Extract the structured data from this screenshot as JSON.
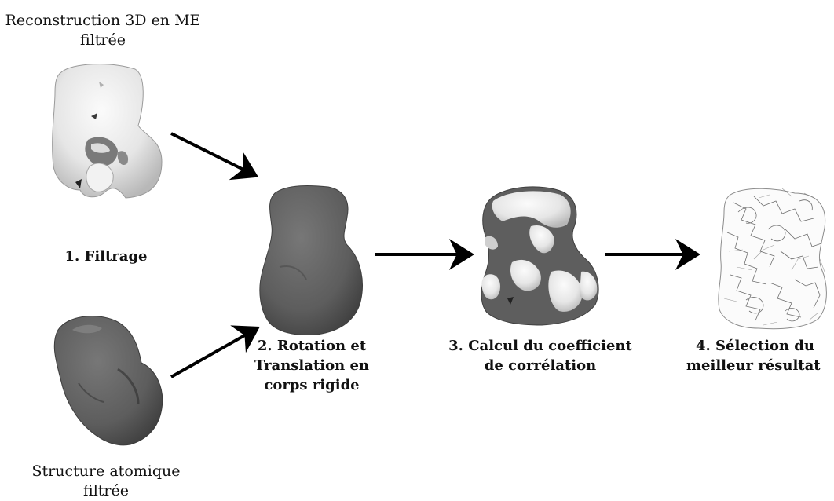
{
  "inputs": {
    "em_reconstruction": {
      "line1": "Reconstruction 3D en ME",
      "line2": "filtrée"
    },
    "atomic_structure": {
      "line1": "Structure atomique",
      "line2": "filtrée"
    }
  },
  "steps": [
    {
      "lines": [
        "1. Filtrage"
      ]
    },
    {
      "lines": [
        "2. Rotation et",
        "Translation en",
        "corps rigide"
      ]
    },
    {
      "lines": [
        "3. Calcul du coefficient",
        "de corrélation"
      ]
    },
    {
      "lines": [
        "4. Sélection du",
        "meilleur résultat"
      ]
    }
  ],
  "colors": {
    "arrow": "#000000",
    "map_light": "#e4e4e4",
    "map_dark": "#5f5f5f",
    "wireframe": "#555555"
  }
}
